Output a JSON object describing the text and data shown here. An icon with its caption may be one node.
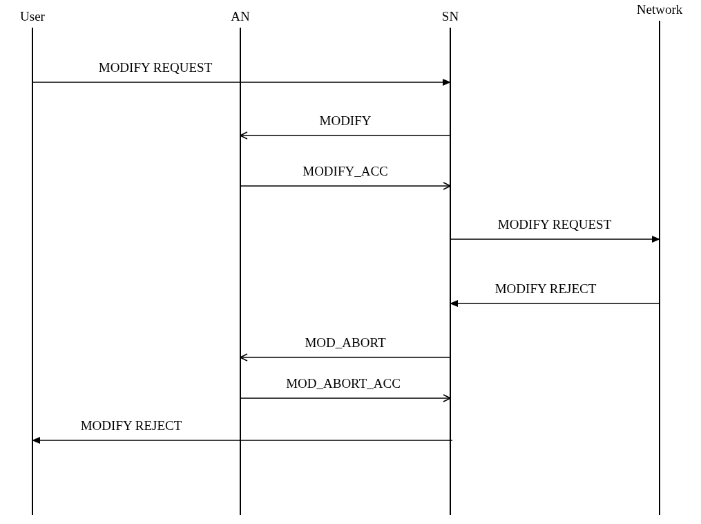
{
  "diagram": {
    "nodes": [
      {
        "text": [
          "User"
        ]
      },
      {
        "text": [
          "AN"
        ]
      },
      {
        "text": [
          "SN"
        ]
      },
      {
        "text": [
          "Network"
        ]
      }
    ],
    "edges": [
      {
        "from": 0,
        "to": 2,
        "arrow": "to",
        "label": "MODIFY REQUEST"
      },
      {
        "from": 2,
        "to": 1,
        "arrow": "to",
        "label": "MODIFY"
      },
      {
        "from": 1,
        "to": 2,
        "arrow": "to",
        "label": "MODIFY_ACC"
      },
      {
        "from": 2,
        "to": 3,
        "arrow": "to",
        "label": "MODIFY REQUEST"
      },
      {
        "from": 3,
        "to": 2,
        "arrow": "to",
        "label": "MODIFY REJECT"
      },
      {
        "from": 2,
        "to": 1,
        "arrow": "to",
        "label": "MOD_ABORT"
      },
      {
        "from": 1,
        "to": 2,
        "arrow": "to",
        "label": "MOD_ABORT_ACC"
      },
      {
        "from": 2,
        "to": 0,
        "arrow": "to",
        "label": "MODIFY REJECT"
      }
    ]
  }
}
